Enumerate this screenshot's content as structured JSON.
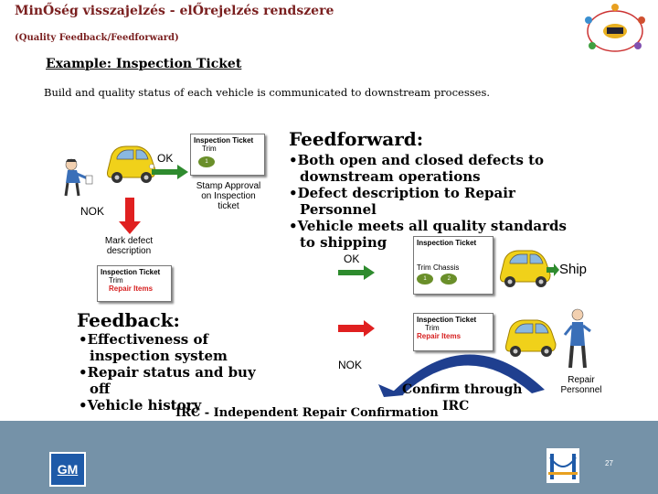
{
  "header": {
    "title": "MinŐség visszajelzés - elŐrejelzés rendszere",
    "subtitle": "(Quality Feedback/Feedforward)",
    "heading": "Example: Inspection Ticket",
    "description": "Build and quality status of each vehicle is communicated to downstream processes."
  },
  "process": {
    "ok_label": "OK",
    "nok_label": "NOK",
    "stamp_caption": "Stamp Approval on Inspection ticket",
    "mark_caption": "Mark defect description",
    "ship_label": "Ship",
    "repair_caption": "Repair Personnel",
    "stamp_text": "1",
    "stamp_text_2": "2"
  },
  "tickets": {
    "title": "Inspection Ticket",
    "trim": "Trim",
    "chassis": "Chassis",
    "repair_items": "Repair Items"
  },
  "feedforward": {
    "title": "Feedforward:",
    "items": [
      "Both open and closed defects to downstream operations",
      "Defect description to Repair Personnel",
      "Vehicle meets all quality standards to shipping"
    ]
  },
  "feedback": {
    "title": "Feedback:",
    "items": [
      "Effectiveness of inspection system",
      "Repair status and buy off",
      "Vehicle history"
    ]
  },
  "irc": {
    "confirm": "Confirm through",
    "label": "IRC",
    "definition": "IRC - Independent Repair Confirmation"
  },
  "footer": {
    "logo": "GM",
    "page_number": "27"
  },
  "colors": {
    "title": "#7a1f1f",
    "car_body": "#f0d11a",
    "arrow_red": "#e02020",
    "arrow_green": "#2e8b2e",
    "footer": "#7592a8",
    "irc_arc": "#1f3f8f"
  },
  "icons": [
    "car-icon",
    "inspector-figure-icon",
    "repair-person-icon",
    "gm-logo",
    "bridge-logo",
    "process-cycle-diagram"
  ]
}
